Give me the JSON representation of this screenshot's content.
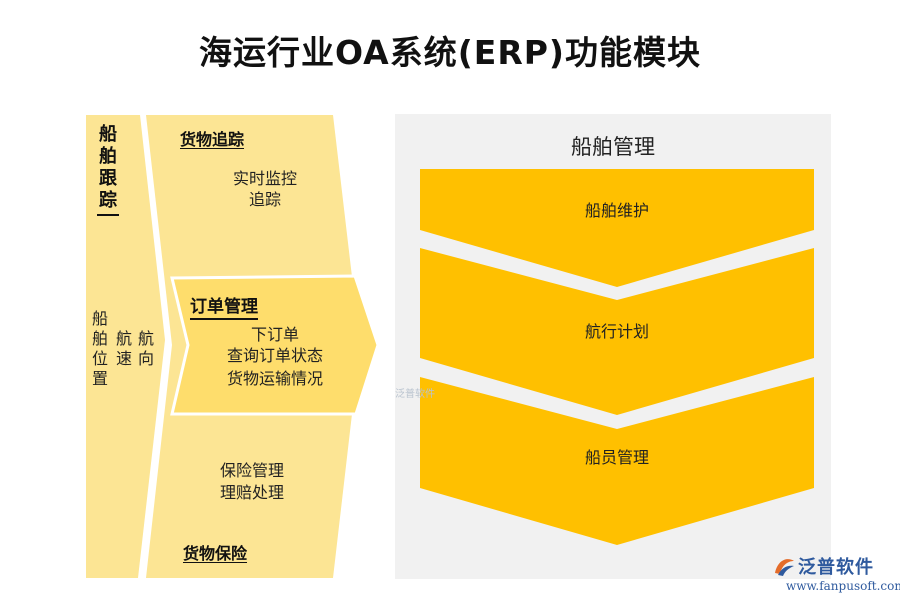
{
  "title": "海运行业OA系统(ERP)功能模块",
  "colors": {
    "pale": "#FCE594",
    "mid": "#FEDD6C",
    "gold": "#FFC000",
    "panel": "#F1F1F1"
  },
  "ship_tracking": {
    "header": "船舶跟踪",
    "header_chars": [
      "船",
      "舶",
      "跟",
      "踪"
    ],
    "columns": [
      {
        "label": "船舶位置",
        "chars": [
          "船",
          "舶",
          "位",
          "置"
        ]
      },
      {
        "label": "航速",
        "chars": [
          "航",
          "速"
        ]
      },
      {
        "label": "航向",
        "chars": [
          "航",
          "向"
        ]
      }
    ]
  },
  "cargo_tracking": {
    "header": "货物追踪",
    "items": [
      "实时监控",
      "追踪"
    ]
  },
  "order_management": {
    "header": "订单管理",
    "items": [
      "下订单",
      "查询订单状态",
      "货物运输情况"
    ]
  },
  "cargo_insurance": {
    "header": "货物保险",
    "items": [
      "保险管理",
      "理赔处理"
    ]
  },
  "ship_management": {
    "title": "船舶管理",
    "steps": [
      "船舶维护",
      "航行计划",
      "船员管理"
    ]
  },
  "watermark": "泛普软件",
  "logo": {
    "name": "泛普软件",
    "url": "www.fanpusoft.com",
    "icon": "fanpu-logo-icon"
  }
}
